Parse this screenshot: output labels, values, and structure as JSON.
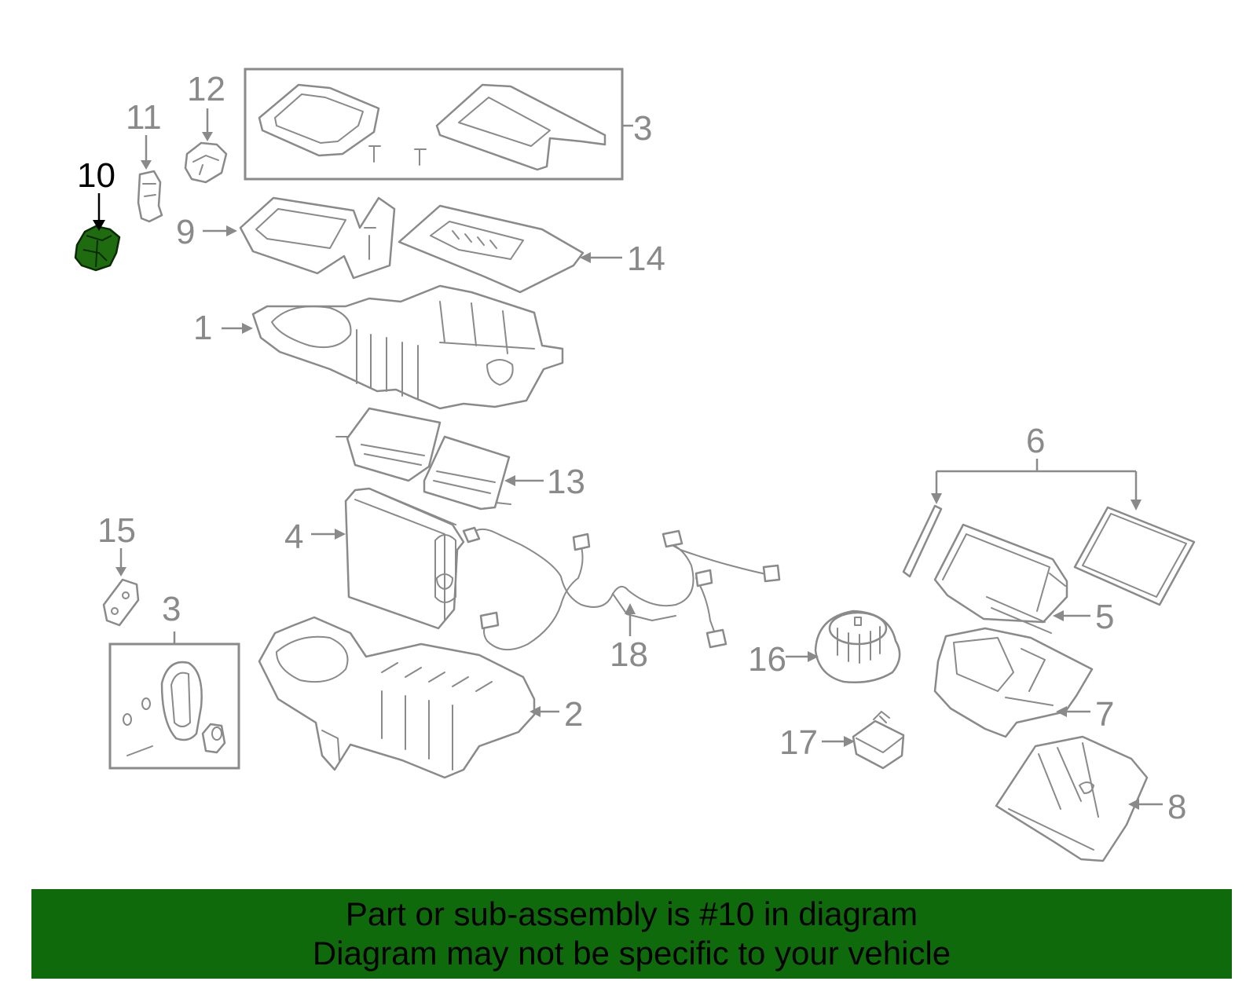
{
  "diagram": {
    "callouts": {
      "c1": "1",
      "c2": "2",
      "c3_top": "3",
      "c3_bottom": "3",
      "c4": "4",
      "c5": "5",
      "c6": "6",
      "c7": "7",
      "c8": "8",
      "c9": "9",
      "c10": "10",
      "c11": "11",
      "c12": "12",
      "c13": "13",
      "c14": "14",
      "c15": "15",
      "c16": "16",
      "c17": "17",
      "c18": "18"
    },
    "highlighted_part": "10",
    "colors": {
      "highlight": "#1f6b0f",
      "line": "#8a8a8a",
      "banner": "#0f6a0c"
    }
  },
  "banner": {
    "line1": "Part or sub-assembly is #10 in diagram",
    "line2": "Diagram may not be specific to your vehicle"
  }
}
